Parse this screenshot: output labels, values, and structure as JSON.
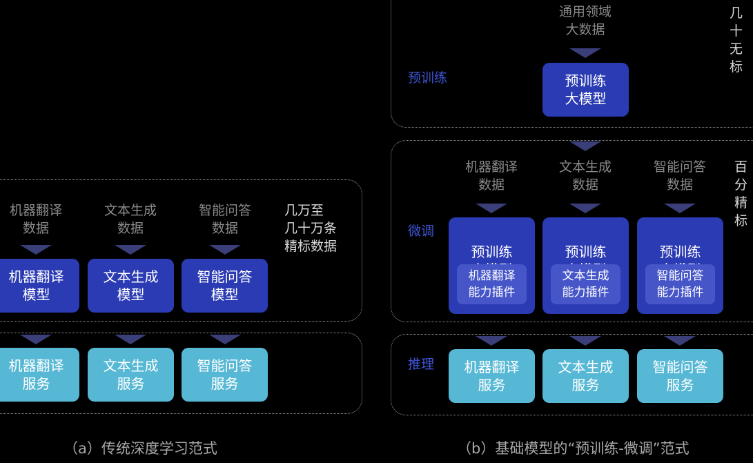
{
  "panel_a": {
    "data_labels": [
      "机器翻译\n数据",
      "文本生成\n数据",
      "智能问答\n数据"
    ],
    "side_note": "几万至\n几十万条\n精标数据",
    "models": [
      "机器翻译\n模型",
      "文本生成\n模型",
      "智能问答\n模型"
    ],
    "services": [
      "机器翻译\n服务",
      "文本生成\n服务",
      "智能问答\n服务"
    ],
    "caption": "（a）传统深度学习范式"
  },
  "panel_b": {
    "pretrain_label": "预训练",
    "pretrain_data": "通用领域\n大数据",
    "pretrain_side_note": "几十\n无标",
    "pretrain_model": "预训练\n大模型",
    "finetune_label": "微调",
    "finetune_data": [
      "机器翻译\n数据",
      "文本生成\n数据",
      "智能问答\n数据"
    ],
    "finetune_side_note": "百分\n精标",
    "finetune_models": [
      {
        "title": "预训练\n大模型",
        "plugin": "机器翻译\n能力插件"
      },
      {
        "title": "预训练\n大模型",
        "plugin": "文本生成\n能力插件"
      },
      {
        "title": "预训练\n大模型",
        "plugin": "智能问答\n能力插件"
      }
    ],
    "inference_label": "推理",
    "services": [
      "机器翻译\n服务",
      "文本生成\n服务",
      "智能问答\n服务"
    ],
    "caption": "（b）基础模型的“预训练-微调”范式"
  }
}
